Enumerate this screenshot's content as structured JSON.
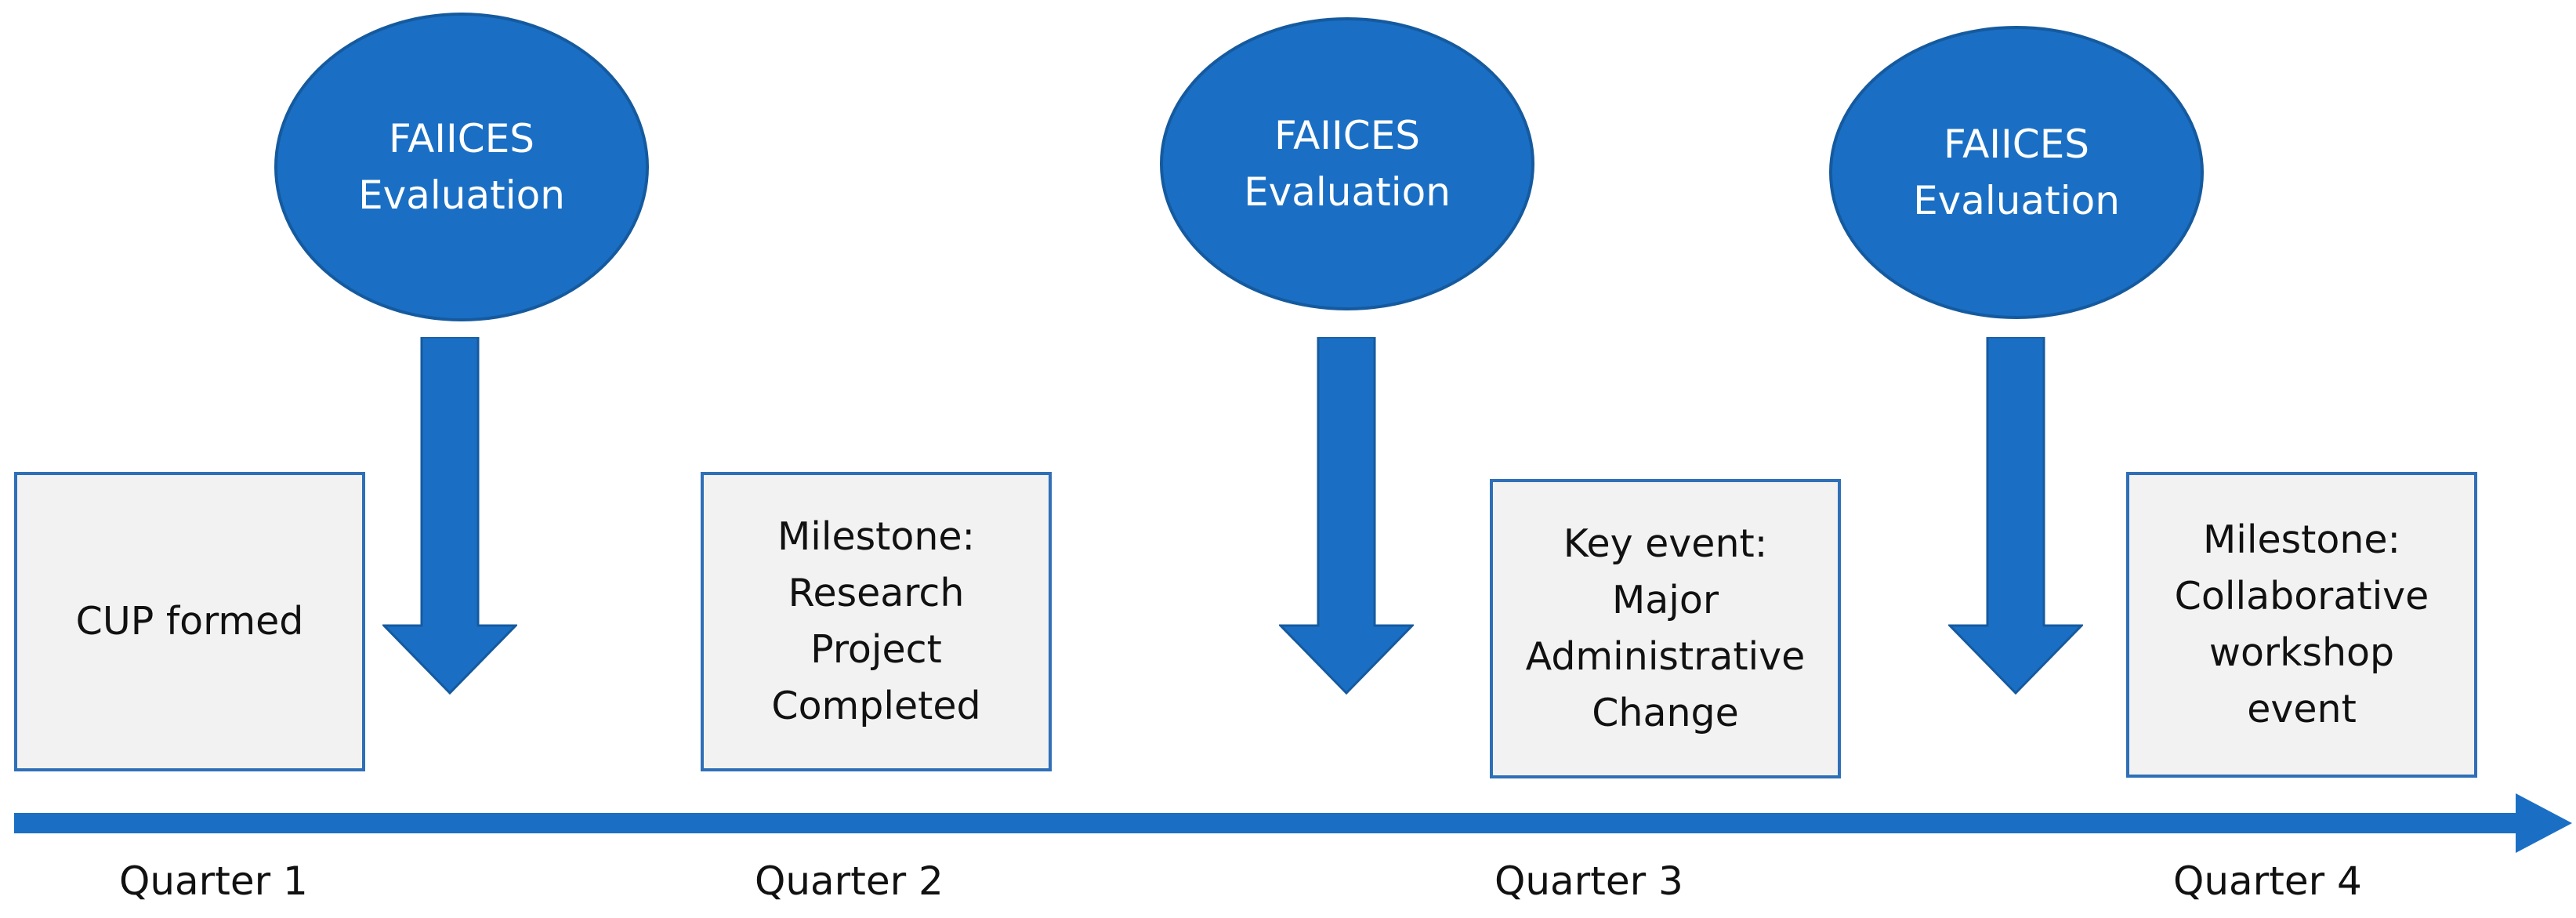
{
  "colors": {
    "primary_blue": "#1a6fc4",
    "box_fill": "#f2f2f2",
    "box_border": "#2f6fb8",
    "text": "#111111",
    "ellipse_text": "#ffffff"
  },
  "evaluations": [
    {
      "line1": "FAIICES",
      "line2": "Evaluation"
    },
    {
      "line1": "FAIICES",
      "line2": "Evaluation"
    },
    {
      "line1": "FAIICES",
      "line2": "Evaluation"
    }
  ],
  "events": [
    {
      "lines": [
        "CUP formed"
      ]
    },
    {
      "lines": [
        "Milestone:",
        "Research",
        "Project",
        "Completed"
      ]
    },
    {
      "lines": [
        "Key event:",
        "Major",
        "Administrative",
        "Change"
      ]
    },
    {
      "lines": [
        "Milestone:",
        "Collaborative",
        "workshop",
        "event"
      ]
    }
  ],
  "quarters": [
    "Quarter 1",
    "Quarter 2",
    "Quarter 3",
    "Quarter 4"
  ],
  "icons": {
    "evaluation_arrow": "down-arrow-icon",
    "timeline": "right-arrow-icon"
  }
}
